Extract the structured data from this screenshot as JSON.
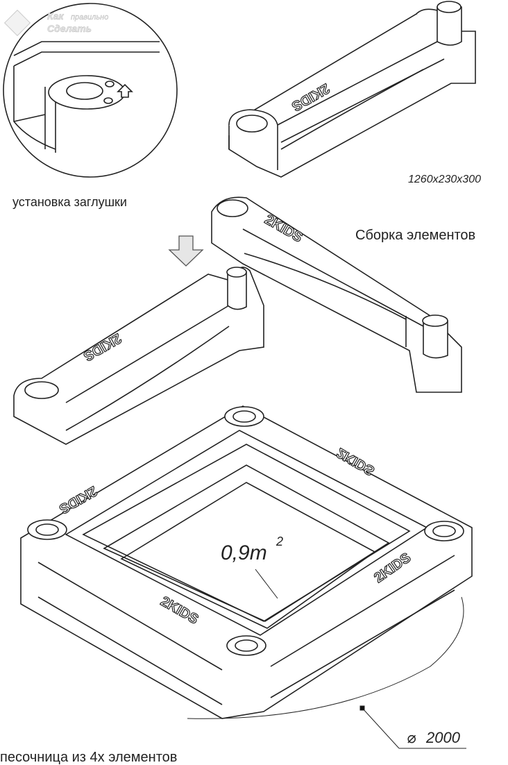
{
  "watermark": {
    "line1": "Как",
    "line1b": "правильно",
    "line2": "Сделать"
  },
  "labels": {
    "inset_caption": "установка заглушки",
    "dimensions": "1260x230x300",
    "assembly": "Сборка элементов",
    "area_value": "0,9m",
    "area_exponent": "2",
    "brand": "2KIDS",
    "diameter": "2000",
    "diameter_symbol": "⌀",
    "bottom_caption": "песочница из 4х элементов"
  },
  "colors": {
    "line": "#222222",
    "fill": "#ffffff",
    "arrow_fill": "#e6e6e6"
  }
}
